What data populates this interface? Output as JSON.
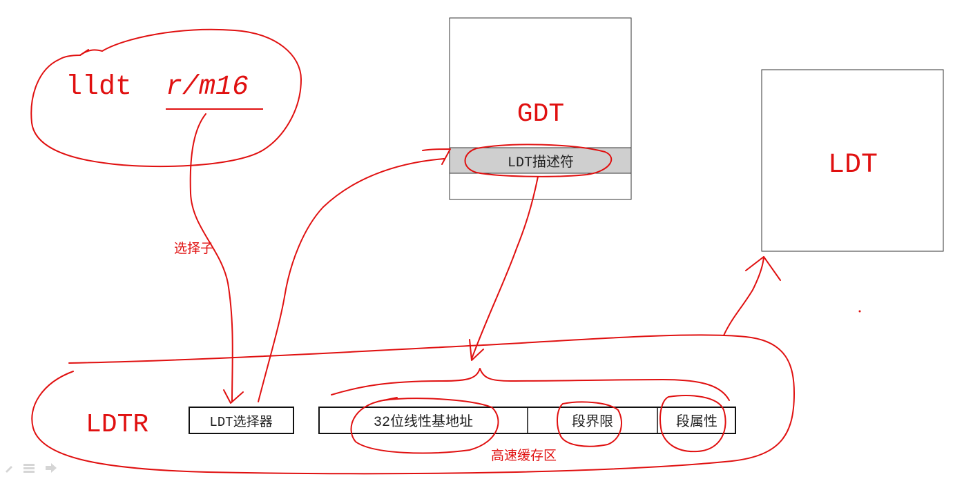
{
  "instruction": {
    "mnemonic": "lldt",
    "operand": "r/m16"
  },
  "annotations": {
    "selector": "选择子",
    "cache": "高速缓存区"
  },
  "gdt": {
    "title": "GDT",
    "descriptor_prefix": "LDT",
    "descriptor_suffix": "描述符"
  },
  "ldt": {
    "title": "LDT"
  },
  "ldtr": {
    "label": "LDTR",
    "selector_prefix": "LDT",
    "selector_suffix": "选择器",
    "cache_fields": {
      "base_prefix": "32",
      "base_suffix": "位线性基地址",
      "limit": "段界限",
      "attributes": "段属性"
    }
  },
  "colors": {
    "ink": "#e01010",
    "descriptor_fill": "#cfcfcf",
    "box_border": "#333333"
  },
  "icons": [
    "pen-icon",
    "menu-icon",
    "next-arrow-icon"
  ]
}
